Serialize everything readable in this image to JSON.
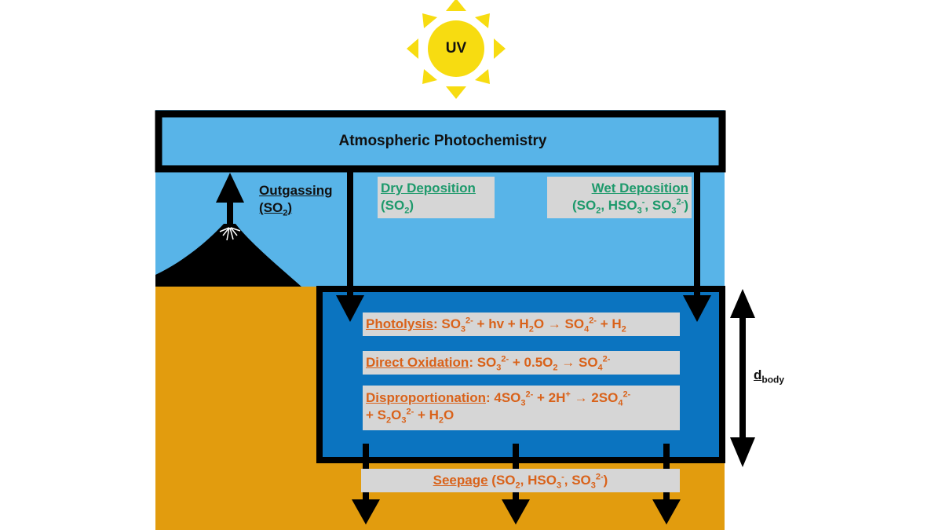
{
  "sun": {
    "label": "UV",
    "color": "#f7dc11"
  },
  "colors": {
    "atmosphere": "#58b4e8",
    "ground": "#e29c0e",
    "water": "#0b74c0",
    "outline": "#000000",
    "label_box": "#d6d6d6",
    "green_text": "#1e9a6c",
    "orange_text": "#d9621a"
  },
  "atmosphere": {
    "title": "Atmospheric Photochemistry"
  },
  "outgassing": {
    "title": "Outgassing",
    "species": "(SO",
    "species_sub": "2",
    "species_close": ")"
  },
  "dry_deposition": {
    "title": "Dry Deposition",
    "species": "(SO",
    "species_sub": "2",
    "species_close": ")"
  },
  "wet_deposition": {
    "title": "Wet Deposition",
    "p1": "(SO",
    "s1": "2",
    "p2": ", HSO",
    "s2": "3",
    "sup2": "-",
    "p3": ", SO",
    "s3": "3",
    "sup3": "2-",
    "p4": ")"
  },
  "photolysis": {
    "title": "Photolysis",
    "t1": ": SO",
    "s1": "3",
    "sp1": "2-",
    "t2": " + hv + H",
    "s2": "2",
    "t3": "O → SO",
    "s3": "4",
    "sp3": "2-",
    "t4": " + H",
    "s4": "2"
  },
  "direct_oxidation": {
    "title": "Direct Oxidation",
    "t1": ": SO",
    "s1": "3",
    "sp1": "2-",
    "t2": " + 0.5O",
    "s2": "2",
    "t3": " → SO",
    "s3": "4",
    "sp3": "2-"
  },
  "disproportionation": {
    "title": "Disproportionation",
    "t1": ": 4SO",
    "s1": "3",
    "sp1": "2-",
    "t2": " + 2H",
    "sp2": "+",
    "t3": " → 2SO",
    "s3": "4",
    "sp3": "2-",
    "l2a": "+ S",
    "l2s1": "2",
    "l2b": "O",
    "l2s2": "3",
    "l2sp2": "2-",
    "l2c": " + H",
    "l2s3": "2",
    "l2d": "O"
  },
  "seepage": {
    "title": "Seepage",
    "p1": " (SO",
    "s1": "2",
    "p2": ", HSO",
    "s2": "3",
    "sup2": "-",
    "p3": ", SO",
    "s3": "3",
    "sup3": "2-",
    "p4": ")"
  },
  "depth": {
    "label": "d",
    "sub": "body"
  }
}
